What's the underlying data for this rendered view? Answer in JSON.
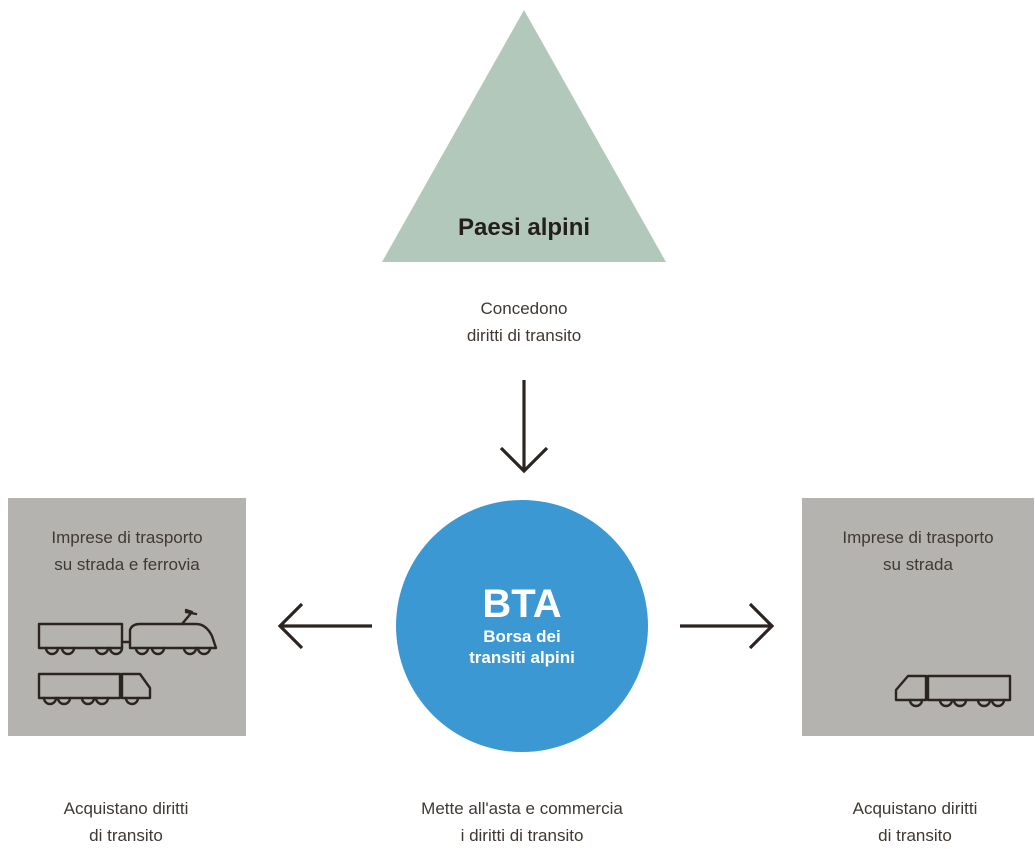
{
  "colors": {
    "triangle": "#b2c8bb",
    "circle": "#3b98d3",
    "box": "#b5b3b0",
    "arrow": "#2b2420",
    "icon": "#2b2420"
  },
  "nodes": {
    "alpine_countries": {
      "title": "Paesi alpini",
      "caption": [
        "Concedono",
        "diritti di transito"
      ]
    },
    "bta": {
      "acronym": "BTA",
      "name": [
        "Borsa dei",
        "transiti alpini"
      ],
      "caption": [
        "Mette all'asta e commercia",
        "i diritti di transito"
      ]
    },
    "left_box": {
      "title": [
        "Imprese di trasporto",
        "su strada e ferrovia"
      ],
      "icons": [
        "train-icon",
        "truck-icon"
      ],
      "caption": [
        "Acquistano diritti",
        "di transito"
      ]
    },
    "right_box": {
      "title": [
        "Imprese di trasporto",
        "su strada"
      ],
      "icons": [
        "truck-icon"
      ],
      "caption": [
        "Acquistano diritti",
        "di transito"
      ]
    }
  },
  "arrows": [
    {
      "from": "alpine_countries",
      "to": "bta",
      "direction": "down"
    },
    {
      "from": "bta",
      "to": "left_box",
      "direction": "left"
    },
    {
      "from": "bta",
      "to": "right_box",
      "direction": "right"
    }
  ]
}
